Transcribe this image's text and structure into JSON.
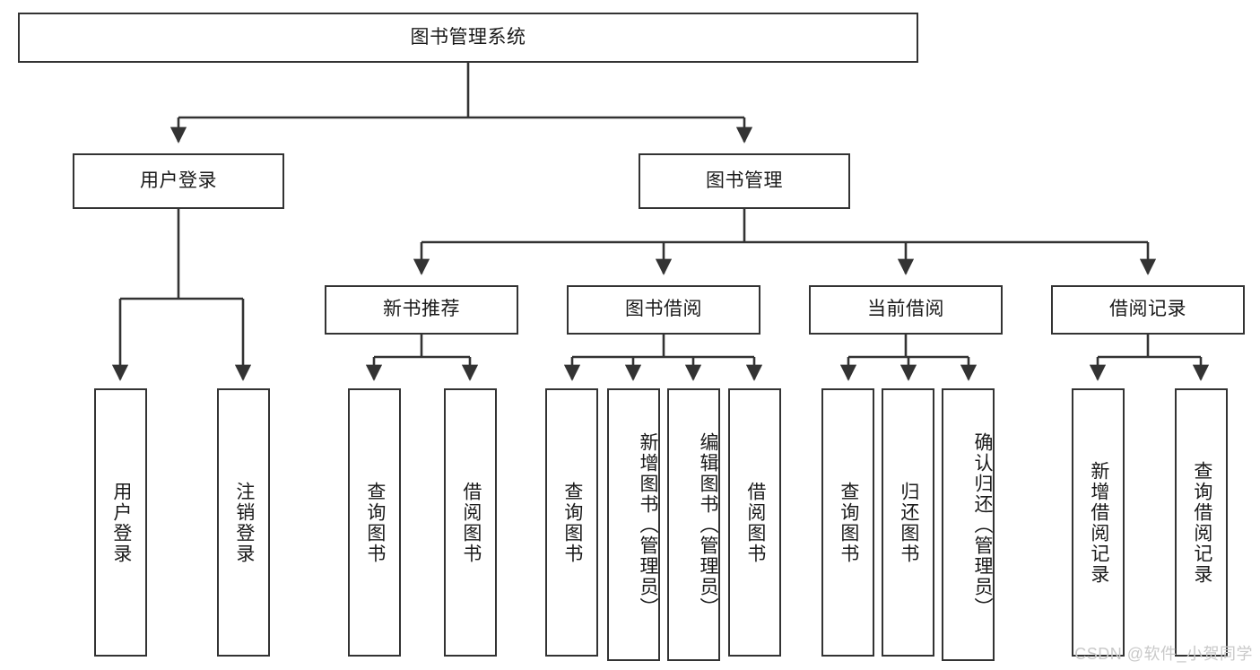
{
  "diagram": {
    "title": "图书管理系统",
    "type": "tree-hierarchy-chart",
    "watermark": "CSDN @软件_小贺同学",
    "colors": {
      "box_border": "#333333",
      "box_fill": "#ffffff",
      "link": "#333333",
      "text": "#1a1a1a",
      "watermark": "#c9c9c9",
      "background": "#ffffff"
    },
    "root": {
      "label": "图书管理系统"
    },
    "level2": [
      {
        "label": "用户登录"
      },
      {
        "label": "图书管理"
      }
    ],
    "level3": [
      {
        "label": "新书推荐"
      },
      {
        "label": "图书借阅"
      },
      {
        "label": "当前借阅"
      },
      {
        "label": "借阅记录"
      }
    ],
    "leaves": {
      "user_login": [
        {
          "label": "用户登录"
        },
        {
          "label": "注销登录"
        }
      ],
      "new_book_recommend": [
        {
          "label": "查询图书"
        },
        {
          "label": "借阅图书"
        }
      ],
      "book_borrow": [
        {
          "label": "查询图书"
        },
        {
          "label": "新增图书（管理员）"
        },
        {
          "label": "编辑图书（管理员）"
        },
        {
          "label": "借阅图书"
        }
      ],
      "current_borrow": [
        {
          "label": "查询图书"
        },
        {
          "label": "归还图书"
        },
        {
          "label": "确认归还（管理员）"
        }
      ],
      "borrow_record": [
        {
          "label": "新增借阅记录"
        },
        {
          "label": "查询借阅记录"
        }
      ]
    }
  }
}
